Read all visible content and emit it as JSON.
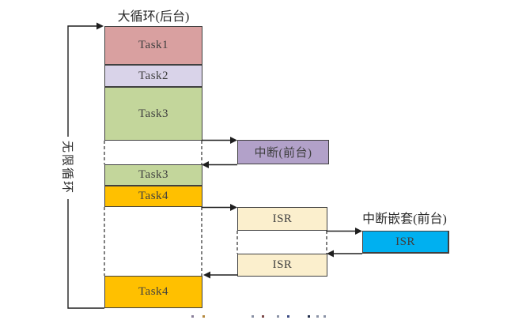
{
  "diagram": {
    "title": "大循环(后台)",
    "loop_label": "无限循环",
    "nested_title": "中断嵌套(前台)"
  },
  "blocks": {
    "task1": "Task1",
    "task2": "Task2",
    "task3_first": "Task3",
    "task3_second": "Task3",
    "task4_first": "Task4",
    "task4_second": "Task4",
    "interrupt": "中断(前台)",
    "isr_top": "ISR",
    "isr_bottom": "ISR",
    "nested_isr": "ISR"
  },
  "colors": {
    "task1_fill": "#d9a0a0",
    "task2_fill": "#d9d3e9",
    "task3_fill": "#c3d69b",
    "task4_fill": "#ffc000",
    "interrupt_fill": "#b2a1c9",
    "isr_fill": "#fbefcd",
    "nested_isr_fill": "#00b0f0",
    "line": "#1f1f1f",
    "border": "#404040",
    "text": "#3f3f3f"
  }
}
